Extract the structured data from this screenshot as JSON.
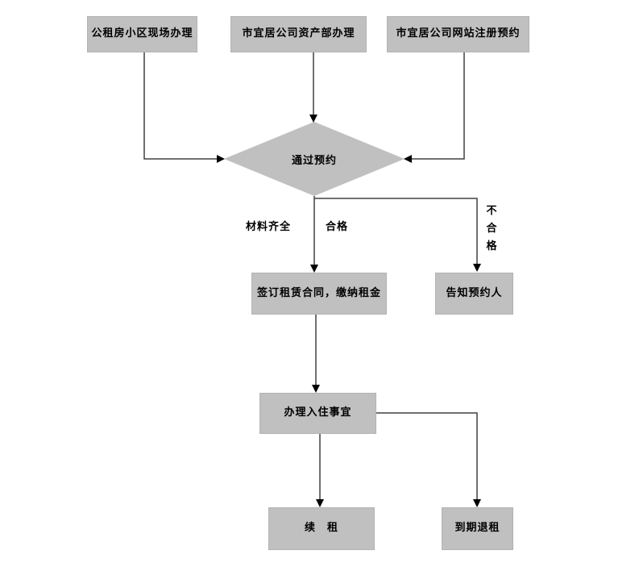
{
  "diagram": {
    "type": "flowchart",
    "background_color": "#ffffff",
    "node_fill_color": "#c0c0c0",
    "line_color": "#404040",
    "arrow_color": "#000000",
    "text_color": "#000000",
    "nodes": {
      "onsite": {
        "label": "公租房小区现场办理",
        "shape": "rect"
      },
      "assets": {
        "label": "市宜居公司资产部办理",
        "shape": "rect"
      },
      "website": {
        "label": "市宜居公司网站注册预约",
        "shape": "rect"
      },
      "decision": {
        "label": "通过预约",
        "shape": "diamond"
      },
      "sign": {
        "label": "签订租赁合同，缴纳租金",
        "shape": "rect"
      },
      "notify": {
        "label": "告知预约人",
        "shape": "rect"
      },
      "checkin": {
        "label": "办理入住事宜",
        "shape": "rect"
      },
      "renew": {
        "label": "续　租",
        "shape": "rect"
      },
      "terminate": {
        "label": "到期退租",
        "shape": "rect"
      }
    },
    "edge_labels": {
      "materials_complete": "材料齐全",
      "qualified": "合格",
      "unqualified": "不合格"
    },
    "edges": [
      {
        "from": "onsite",
        "to": "decision"
      },
      {
        "from": "assets",
        "to": "decision"
      },
      {
        "from": "website",
        "to": "decision"
      },
      {
        "from": "decision",
        "to": "sign",
        "labels": [
          "材料齐全",
          "合格"
        ]
      },
      {
        "from": "decision",
        "to": "notify",
        "labels": [
          "不合格"
        ]
      },
      {
        "from": "sign",
        "to": "checkin"
      },
      {
        "from": "checkin",
        "to": "renew"
      },
      {
        "from": "checkin",
        "to": "terminate"
      }
    ]
  }
}
